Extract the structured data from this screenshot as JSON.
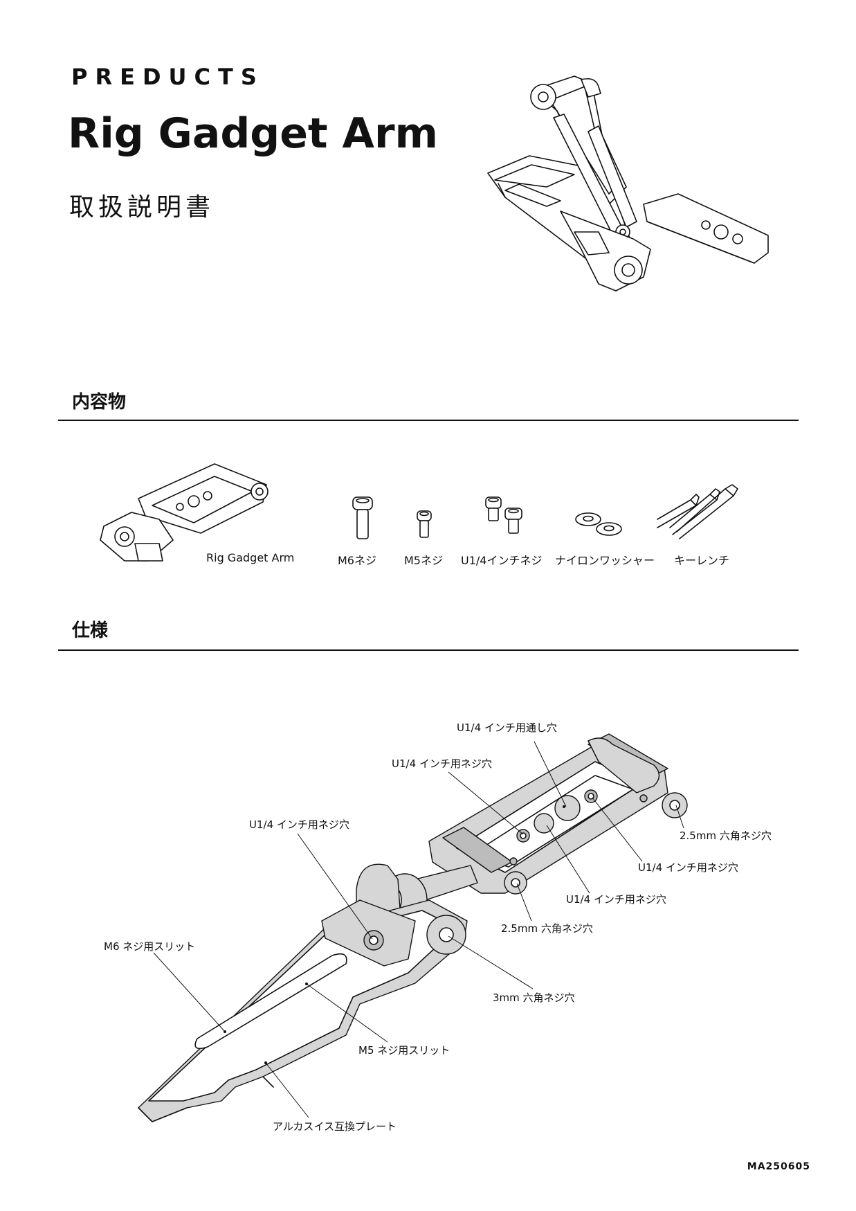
{
  "header": {
    "brand": "PREDUCTS",
    "title": "Rig Gadget Arm",
    "subtitle": "取扱説明書"
  },
  "sections": {
    "contents": "内容物",
    "specs": "仕様"
  },
  "contents_items": [
    {
      "label": "Rig Gadget Arm"
    },
    {
      "label": "M6ネジ"
    },
    {
      "label": "M5ネジ"
    },
    {
      "label": "U1/4インチネジ"
    },
    {
      "label": "ナイロンワッシャー"
    },
    {
      "label": "キーレンチ"
    }
  ],
  "spec_labels": {
    "u14_through_hole": "U1/4 インチ用通し穴",
    "u14_tap_top": "U1/4 インチ用ネジ穴",
    "u14_tap_left": "U1/4 インチ用ネジ穴",
    "hex_25_right": "2.5mm 六角ネジ穴",
    "u14_tap_right": "U1/4 インチ用ネジ穴",
    "u14_tap_mid": "U1/4 インチ用ネジ穴",
    "hex_25_mid": "2.5mm 六角ネジ穴",
    "m6_slit": "M6 ネジ用スリット",
    "hex_3": "3mm 六角ネジ穴",
    "m5_slit": "M5 ネジ用スリット",
    "arca_plate": "アルカスイス互換プレート"
  },
  "footer": {
    "doc_code": "MA250605"
  }
}
